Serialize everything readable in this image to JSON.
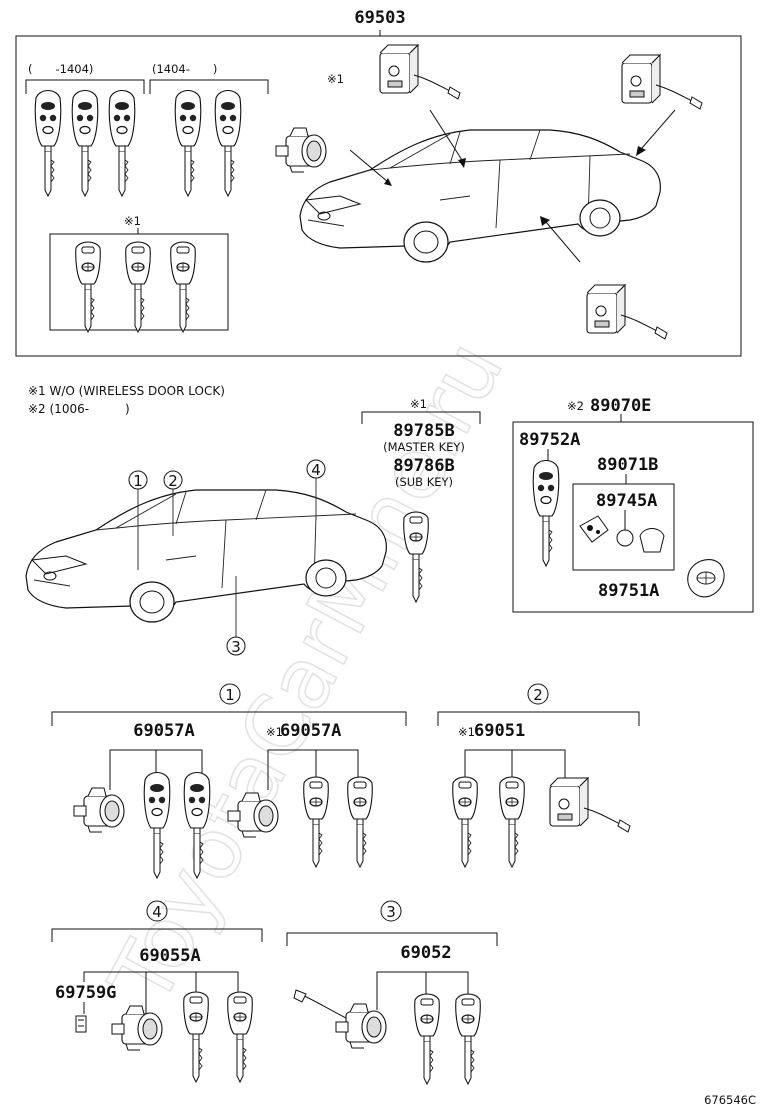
{
  "watermark": "ToyotaCarMine.ru",
  "main_part": "69503",
  "key_group_left": "(　　-1404)",
  "key_group_right": "(1404-　　)",
  "mark1": "※1",
  "notes": [
    "※1 W/O (WIRELESS DOOR LOCK)",
    "※2 (1006-　　　)"
  ],
  "master_key": {
    "mark": "※1",
    "part1": "89785B",
    "label1": "(MASTER KEY)",
    "part2": "89786B",
    "label2": "(SUB KEY)"
  },
  "remote": {
    "mark": "※2",
    "part": "89070E",
    "transmitter": "89752A",
    "case_set": "89071B",
    "battery": "89745A",
    "cover": "89751A"
  },
  "callouts": [
    "1",
    "2",
    "3",
    "4"
  ],
  "sub1": {
    "num": "1",
    "part_a": "69057A",
    "mark": "※1",
    "part_b": "69057A"
  },
  "sub2": {
    "num": "2",
    "mark": "※1",
    "part": "69051"
  },
  "sub4": {
    "num": "4",
    "part": "69055A",
    "clip": "69759G"
  },
  "sub3": {
    "num": "3",
    "part": "69052"
  },
  "diagram_code": "676546C"
}
